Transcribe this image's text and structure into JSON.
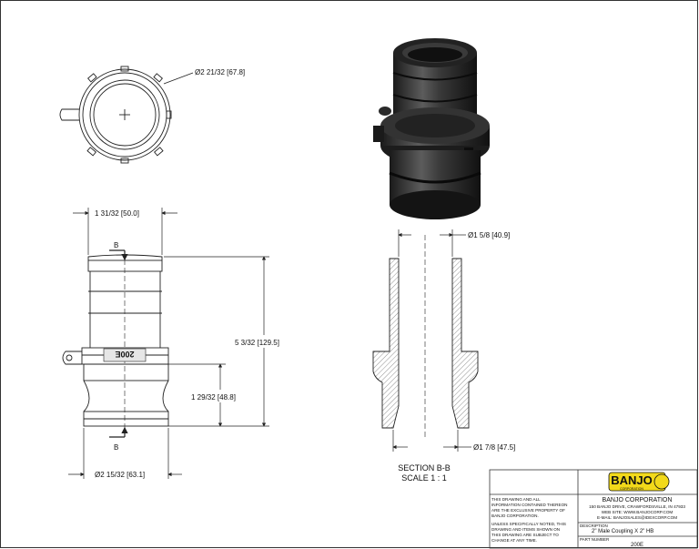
{
  "dimensions": {
    "top_diameter": "Ø2 21/32 [67.8]",
    "body_width": "1 31/32 [50.0]",
    "overall_height": "5 3/32 [129.5]",
    "lower_height": "1 29/32 [48.8]",
    "base_diameter": "Ø2 15/32 [63.1]",
    "bore_diameter": "Ø1 5/8 [40.9]",
    "section_base_diameter": "Ø1 7/8 [47.5]"
  },
  "section_markers": {
    "top": "B",
    "bottom": "B"
  },
  "part_stamp": "200E",
  "section_view": {
    "title": "SECTION B-B",
    "scale": "SCALE 1 : 1"
  },
  "title_block": {
    "logo_text": "BANJO",
    "logo_sub": "CORPORATION",
    "company": "BANJO CORPORATION",
    "address": "150 BANJO DRIVE, CRAWFORDSVILLE, IN 47933",
    "website": "WEB SITE: WWW.BANJOCORP.COM",
    "email": "E-MAIL: BANJOSALES@IDEXCORP.COM",
    "notice_lines": [
      "THIS DRAWING AND ALL",
      "INFORMATION CONTAINED THEREON",
      "ARE THE EXCLUSIVE PROPERTY OF",
      "BANJO CORPORATION."
    ],
    "change_lines": [
      "UNLESS SPECIFICALLY NOTED, THIS",
      "DRAWING AND ITEMS SHOWN ON",
      "THIS DRAWING ARE SUBJECT TO",
      "CHANGE AT ANY TIME."
    ],
    "description_label": "DESCRIPTION",
    "description": "2\" Male Coupling X 2\" HB",
    "part_number_label": "PART NUMBER",
    "part_number": "200E"
  },
  "colors": {
    "line": "#222222",
    "logo_yellow": "#f2d91a"
  }
}
